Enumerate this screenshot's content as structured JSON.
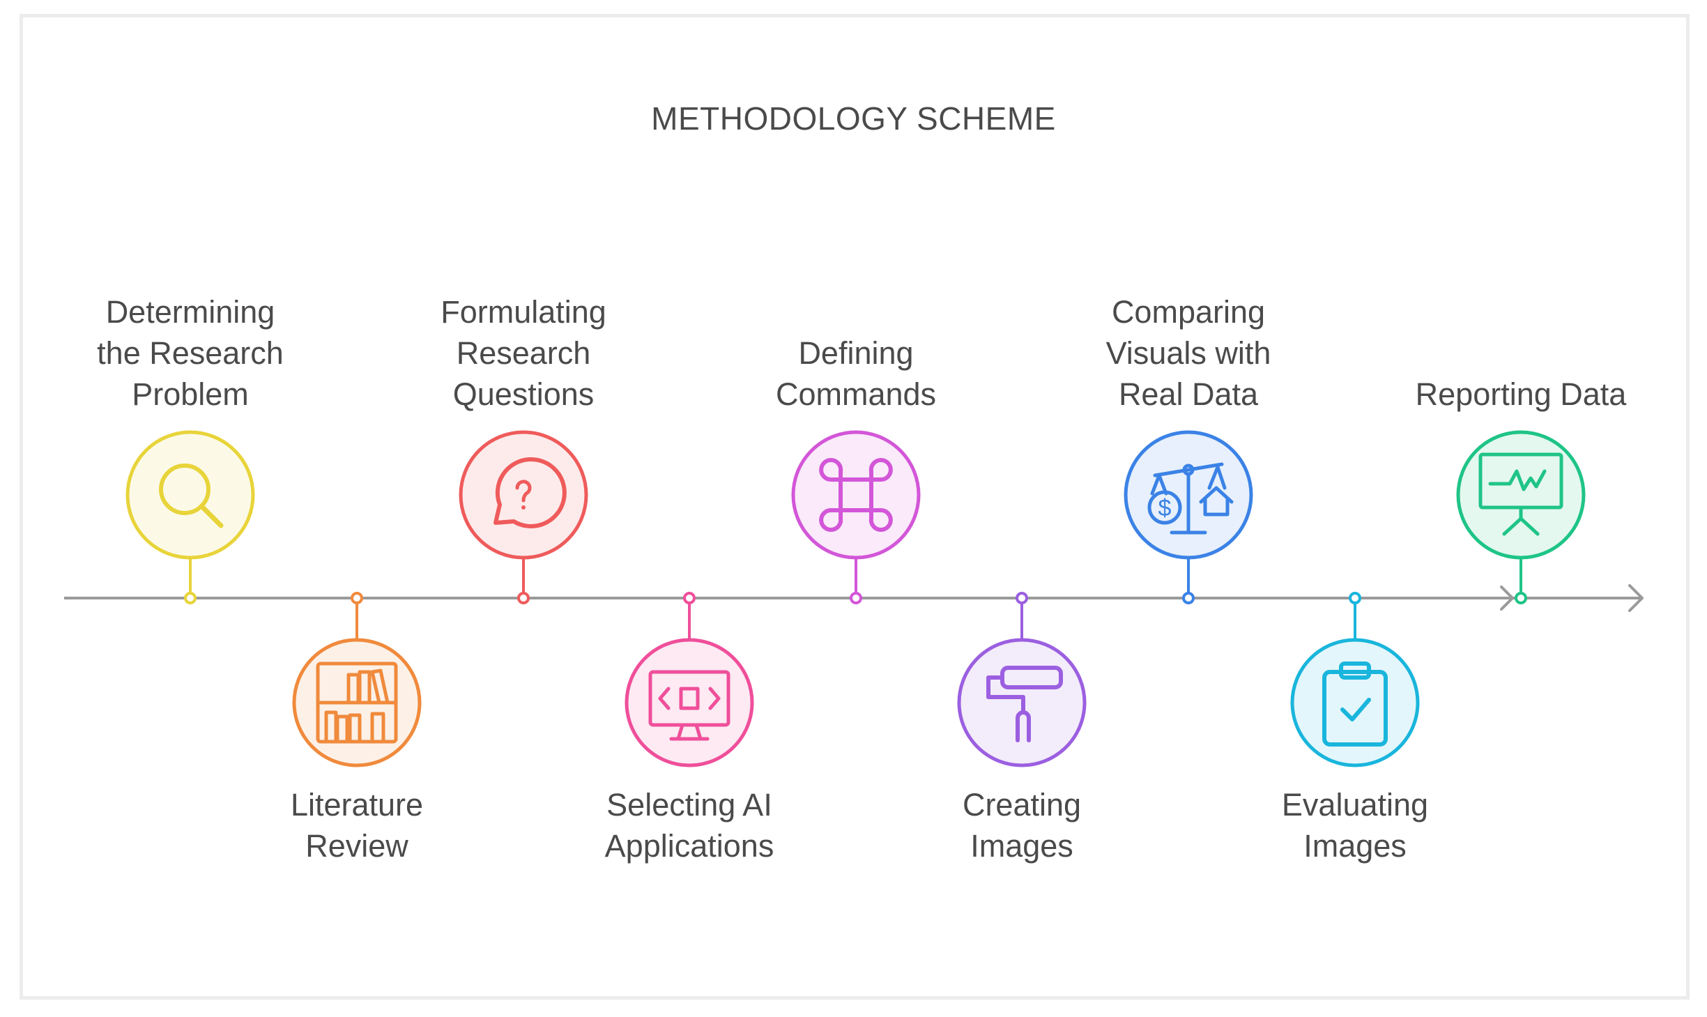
{
  "title": "METHODOLOGY SCHEME",
  "steps": [
    {
      "label": "Determining\nthe Research\nProblem",
      "icon": "magnifier-icon",
      "color": "#e8d43a",
      "position": "top"
    },
    {
      "label": "Literature\nReview",
      "icon": "bookshelf-icon",
      "color": "#f08a3c",
      "position": "bottom"
    },
    {
      "label": "Formulating\nResearch\nQuestions",
      "icon": "question-bubble-icon",
      "color": "#ef5b5b",
      "position": "top"
    },
    {
      "label": "Selecting AI\nApplications",
      "icon": "code-monitor-icon",
      "color": "#ef4f9a",
      "position": "bottom"
    },
    {
      "label": "Defining\nCommands",
      "icon": "command-key-icon",
      "color": "#d356d8",
      "position": "top"
    },
    {
      "label": "Creating\nImages",
      "icon": "paint-roller-icon",
      "color": "#9b5fe0",
      "position": "bottom"
    },
    {
      "label": "Comparing\nVisuals with\nReal Data",
      "icon": "balance-scale-icon",
      "color": "#3b82e6",
      "position": "top"
    },
    {
      "label": "Evaluating\nImages",
      "icon": "clipboard-check-icon",
      "color": "#19b5dc",
      "position": "bottom"
    },
    {
      "label": "Reporting Data",
      "icon": "presentation-chart-icon",
      "color": "#1fc487",
      "position": "top"
    }
  ]
}
